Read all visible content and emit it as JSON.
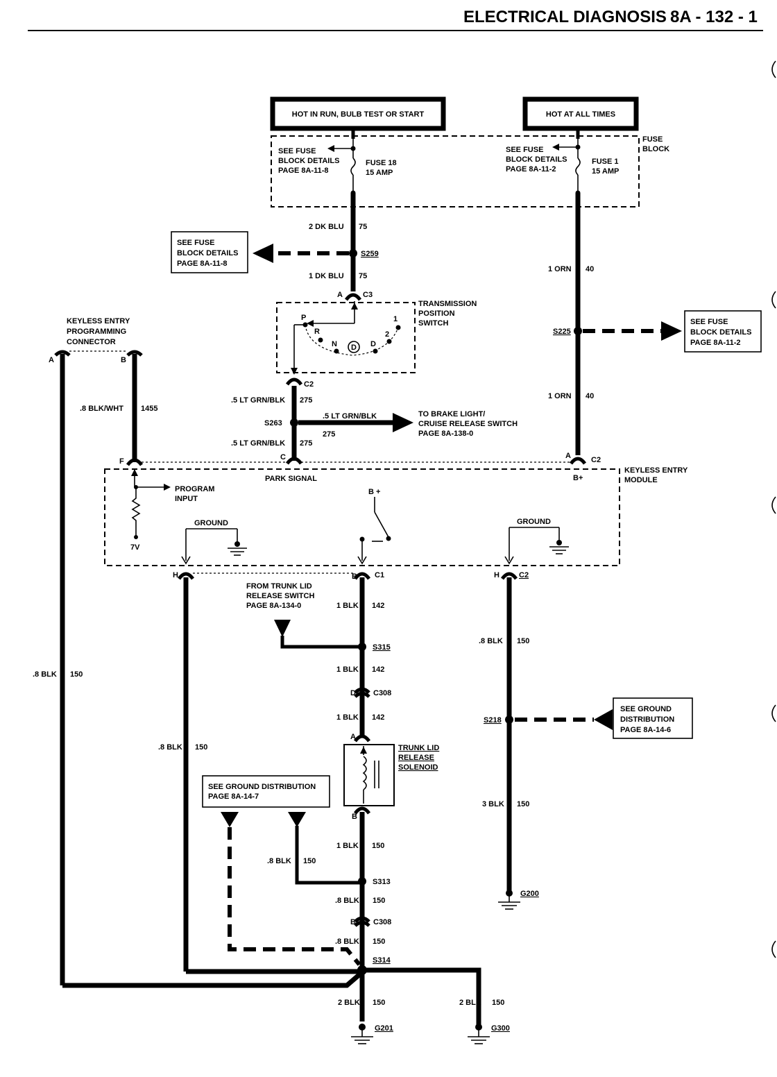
{
  "header": {
    "title": "ELECTRICAL DIAGNOSIS",
    "section": "8A - 132 - 1"
  },
  "power_sources": {
    "left": "HOT IN RUN, BULB TEST OR START",
    "right": "HOT AT ALL TIMES"
  },
  "fuse_block": {
    "label": [
      "FUSE",
      "BLOCK"
    ],
    "fuse18": [
      "FUSE 18",
      "15 AMP"
    ],
    "fuse1": [
      "FUSE 1",
      "15 AMP"
    ],
    "ref_left": [
      "SEE FUSE",
      "BLOCK DETAILS",
      "PAGE 8A-11-8"
    ],
    "ref_right": [
      "SEE FUSE",
      "BLOCK DETAILS",
      "PAGE 8A-11-2"
    ]
  },
  "refs": {
    "s259_box": [
      "SEE FUSE",
      "BLOCK DETAILS",
      "PAGE 8A-11-8"
    ],
    "s225_box": [
      "SEE FUSE",
      "BLOCK DETAILS",
      "PAGE 8A-11-2"
    ],
    "brake": [
      "TO BRAKE LIGHT/",
      "CRUISE RELEASE SWITCH",
      "PAGE 8A-138-0"
    ],
    "trunk_switch": [
      "FROM TRUNK LID",
      "RELEASE SWITCH",
      "PAGE 8A-134-0"
    ],
    "gnd_dist7": [
      "SEE GROUND DISTRIBUTION",
      "PAGE 8A-14-7"
    ],
    "gnd_dist6": [
      "SEE GROUND",
      "DISTRIBUTION",
      "PAGE 8A-14-6"
    ]
  },
  "wires": {
    "w75a": [
      "2 DK BLU",
      "75"
    ],
    "w75b": [
      "1 DK BLU",
      "75"
    ],
    "w40a": [
      "1 ORN",
      "40"
    ],
    "w40b": [
      "1 ORN",
      "40"
    ],
    "w275a": [
      ".5 LT GRN/BLK",
      "275"
    ],
    "w275b": [
      ".5 LT GRN/BLK",
      "275"
    ],
    "w275c": [
      ".5 LT GRN/BLK",
      "275"
    ],
    "w1455": [
      ".8 BLK/WHT",
      "1455"
    ],
    "w150a": [
      ".8 BLK",
      "150"
    ],
    "w150b": [
      ".8 BLK",
      "150"
    ],
    "w142a": [
      "1 BLK",
      "142"
    ],
    "w142b": [
      "1 BLK",
      "142"
    ],
    "w142c": [
      "1 BLK",
      "142"
    ],
    "w150c": [
      ".8 BLK",
      "150"
    ],
    "w150d": [
      "3 BLK",
      "150"
    ],
    "w150e": [
      "1 BLK",
      "150"
    ],
    "w150f": [
      ".8 BLK",
      "150"
    ],
    "w150g": [
      ".8 BLK",
      "150"
    ],
    "w150h": [
      ".8 BLK",
      "150"
    ],
    "w150i": [
      "2 BLK",
      "150"
    ],
    "w150j": [
      "2 BLK",
      "150"
    ]
  },
  "splices": {
    "s259": "S259",
    "s225": "S225",
    "s263": "S263",
    "s315": "S315",
    "s218": "S218",
    "s313": "S313",
    "s314": "S314"
  },
  "connectors": {
    "c3": "C3",
    "c3_pin": "A",
    "c2_tps": "C2",
    "c2_mod": "C2",
    "c2_mod_pin": "A",
    "bplus": "B+",
    "f": "F",
    "c_pin": "C",
    "h1": "H",
    "b_c1": "B",
    "c1": "C1",
    "h2": "H",
    "c2_bot": "C2",
    "c308a_pin": "D",
    "c308a": "C308",
    "sol_a": "A",
    "sol_b": "B",
    "c308b_pin": "B",
    "c308b": "C308",
    "prog_a": "A",
    "prog_b": "B"
  },
  "grounds": {
    "g200": "G200",
    "g201": "G201",
    "g300": "G300"
  },
  "components": {
    "tps": [
      "TRANSMISSION",
      "POSITION",
      "SWITCH"
    ],
    "tps_positions": {
      "p": "P",
      "r": "R",
      "n": "N",
      "d_circle": "D",
      "d": "D",
      "two": "2",
      "one": "1"
    },
    "module": [
      "KEYLESS ENTRY",
      "MODULE"
    ],
    "park_signal": "PARK SIGNAL",
    "program_input": [
      "PROGRAM",
      "INPUT"
    ],
    "v7": "7V",
    "ground1": "GROUND",
    "ground2": "GROUND",
    "b_plus_sw": "B +",
    "prog_connector": [
      "KEYLESS ENTRY",
      "PROGRAMMING",
      "CONNECTOR"
    ],
    "solenoid": [
      "TRUNK LID",
      "RELEASE",
      "SOLENOID"
    ]
  }
}
